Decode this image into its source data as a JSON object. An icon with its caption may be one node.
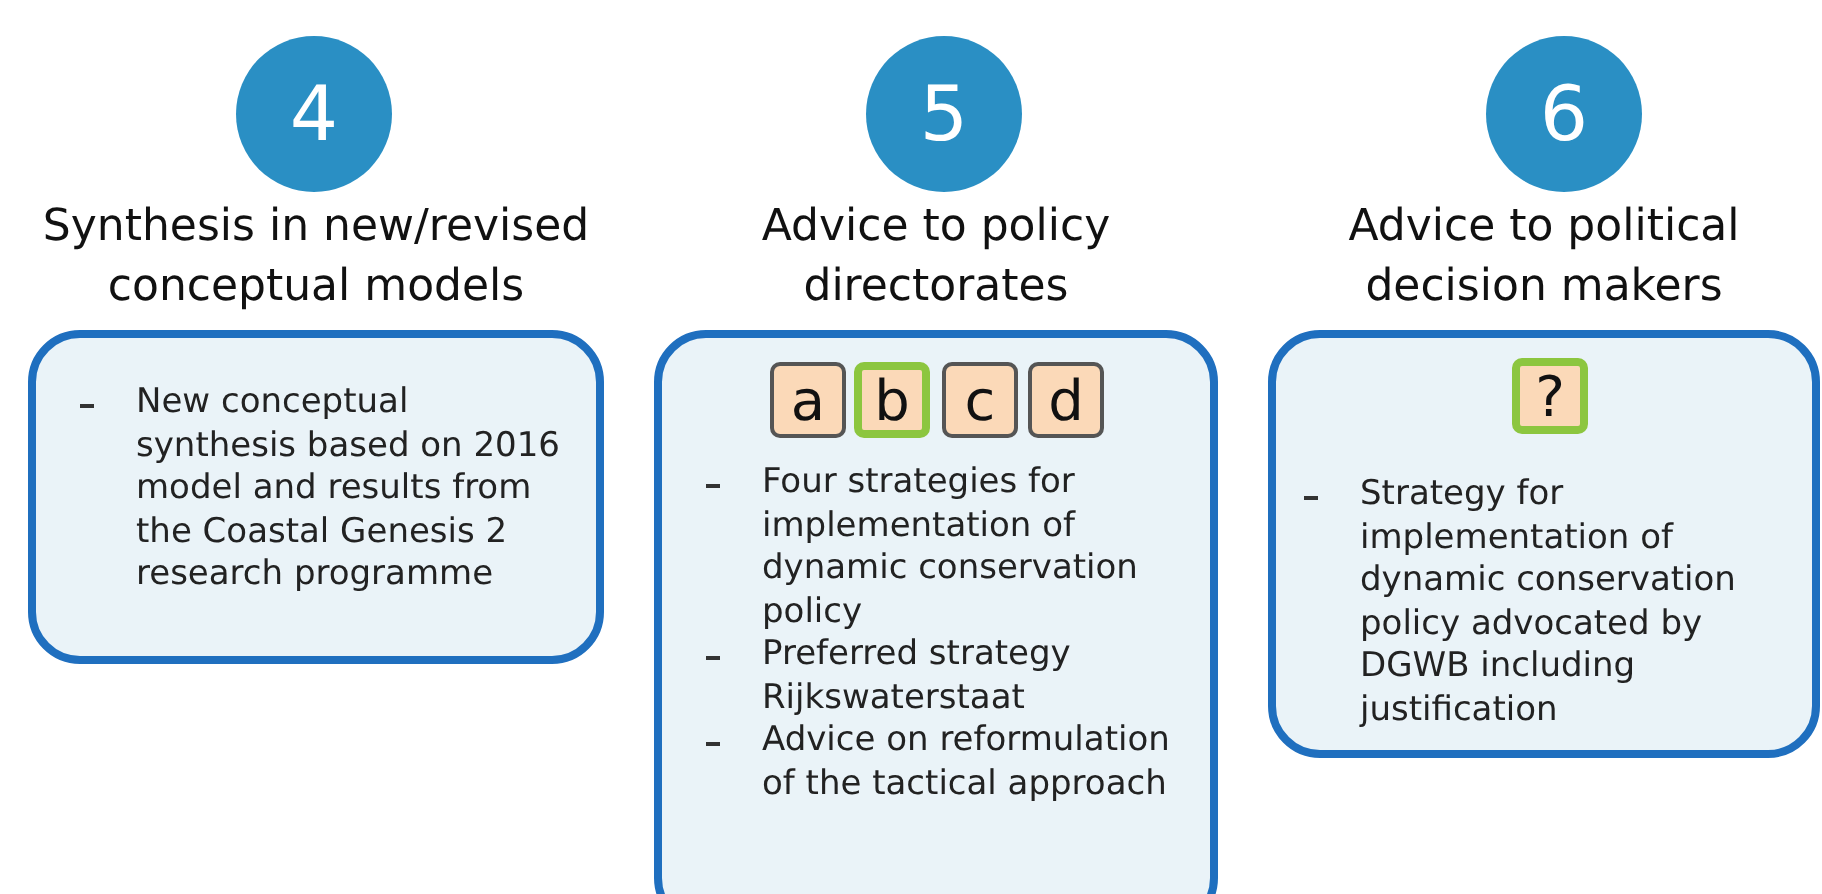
{
  "diagram": {
    "nodes": [
      {
        "text": [
          "4"
        ]
      },
      {
        "text": [
          "Synthesis in new/revised conceptual models",
          "New conceptual synthesis based on 2016 model and results from the Coastal Genesis 2 research programme"
        ]
      },
      {
        "text": [
          "5"
        ]
      },
      {
        "text": [
          "Advice to policy directorates",
          "Four strategies for implementation of dynamic conservation policy",
          "Preferred strategy Rijkswaterstaat",
          "Advice on reformulation of the tactical approach"
        ]
      },
      {
        "text": [
          "a"
        ],
        "in": 3
      },
      {
        "text": [
          "b"
        ],
        "in": 3
      },
      {
        "text": [
          "c"
        ],
        "in": 3
      },
      {
        "text": [
          "d"
        ],
        "in": 3
      },
      {
        "text": [
          "6"
        ]
      },
      {
        "text": [
          "Advice to political decision makers",
          "Strategy for implementation of dynamic conservation policy advocated by DGWB including justification"
        ]
      },
      {
        "text": [
          "?"
        ],
        "in": 9
      }
    ],
    "edges": []
  }
}
